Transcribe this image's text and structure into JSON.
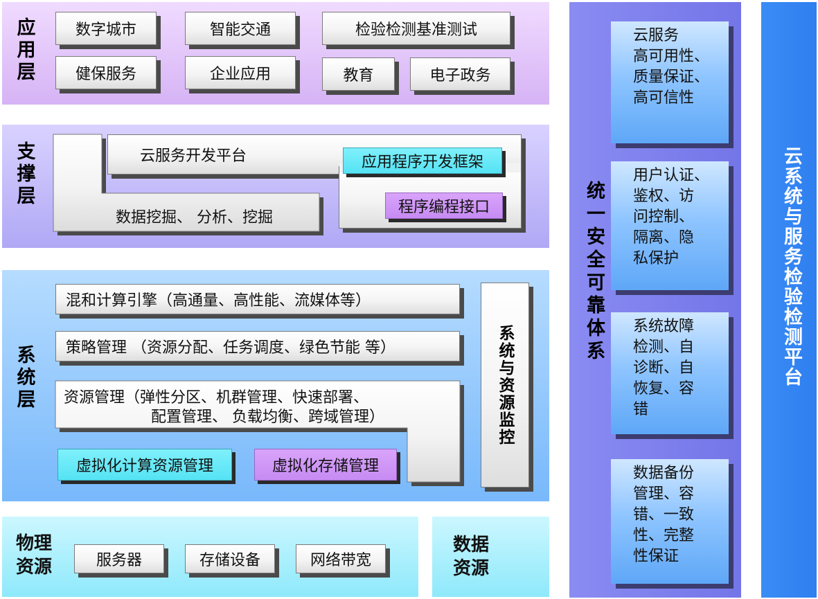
{
  "app_layer": {
    "label": "应用层",
    "items": [
      "数字城市",
      "智能交通",
      "检验检测基准测试",
      "健保服务",
      "企业应用",
      "教育",
      "电子政务"
    ]
  },
  "support_layer": {
    "label": "支撑层",
    "cloud_dev_platform": "云服务开发平台",
    "data_mining": "数据挖掘、 分析、挖掘",
    "app_framework": "应用程序开发框架",
    "programming_interface": "程序编程接口"
  },
  "system_layer": {
    "label": "系统层",
    "hybrid_engine": "混和计算引擎（高通量、高性能、流媒体等）",
    "policy_mgmt": "策略管理 （资源分配、任务调度、绿色节能 等）",
    "resource_mgmt_line1": "资源管理（弹性分区、机群管理、快速部署、",
    "resource_mgmt_line2": "配置管理、 负载均衡、跨域管理）",
    "virtual_compute": "虚拟化计算资源管理",
    "virtual_storage": "虚拟化存储管理",
    "monitor": "系统与资源监控"
  },
  "physical": {
    "label": "物理资源",
    "items": [
      "服务器",
      "存储设备",
      "网络带宽"
    ]
  },
  "data_resource": {
    "label": "数据资源"
  },
  "security": {
    "title": "统一安全可靠体系",
    "cards": [
      [
        "云服务",
        "高可用性、",
        "质量保证、",
        "高可信性"
      ],
      [
        "用户认证、",
        "鉴权、访",
        "问控制、",
        "隔离、隐",
        "私保护"
      ],
      [
        "系统故障",
        "检测、自",
        "诊断、自",
        "恢复、容",
        "错"
      ],
      [
        "数据备份",
        "管理、容",
        "错、一致",
        "性、完整",
        "性保证"
      ]
    ]
  },
  "platform": {
    "title": "云系统与服务检验检测平台"
  }
}
